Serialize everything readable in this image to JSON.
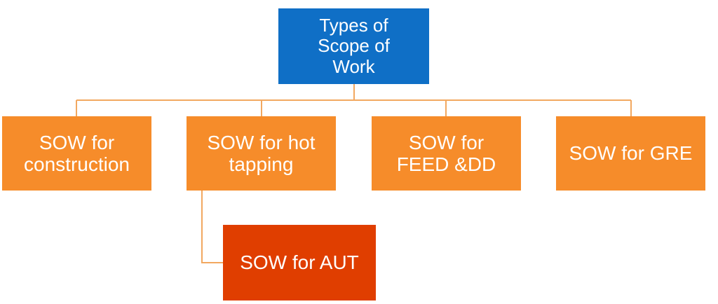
{
  "diagram": {
    "root": {
      "label": "Types of\nScope of\nWork",
      "color": "#0f6fc6"
    },
    "children": [
      {
        "label": "SOW for\nconstruction",
        "color": "#f68c2a"
      },
      {
        "label": "SOW for hot\ntapping",
        "color": "#f68c2a"
      },
      {
        "label": "SOW for\nFEED &DD",
        "color": "#f68c2a"
      },
      {
        "label": "SOW for GRE",
        "color": "#f68c2a"
      }
    ],
    "grandchild": {
      "label": "SOW for AUT",
      "parent": "SOW for hot\ntapping",
      "color": "#e03e00"
    },
    "connector_color": "#f2a860"
  }
}
